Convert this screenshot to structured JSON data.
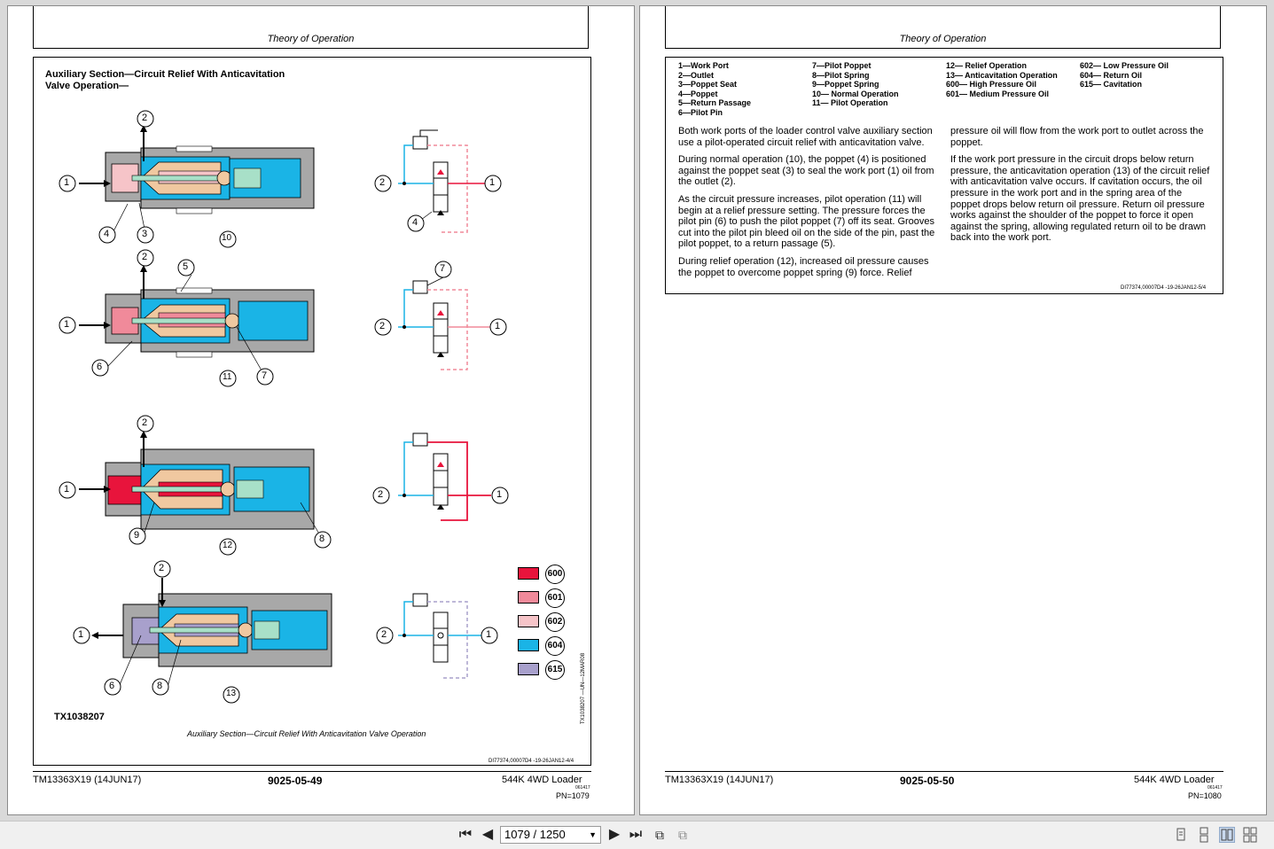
{
  "left_page": {
    "header_title": "Theory of Operation",
    "section_title_line1": "Auxiliary Section—Circuit Relief With Anticavitation",
    "section_title_line2": "Valve Operation—",
    "figure_id": "TX1038207",
    "figure_caption": "Auxiliary Section—Circuit Relief With Anticavitation Valve Operation",
    "figure_vertical_label": "TX1038207 —UN—12MAR08",
    "doc_code": "DI77374,00007D4 -19-26JAN12-4/4",
    "footer_manual": "TM13363X19 (14JUN17)",
    "footer_page": "9025-05-49",
    "footer_machine": "544K 4WD Loader",
    "footer_pn": "PN=1079",
    "footer_tiny": "061417",
    "callouts": {
      "c1": "1",
      "c2": "2",
      "c3": "3",
      "c4": "4",
      "c5": "5",
      "c6": "6",
      "c7": "7",
      "c8": "8",
      "c9": "9",
      "c10": "10",
      "c11": "11",
      "c12": "12",
      "c13": "13"
    },
    "color_legend": [
      {
        "code": "600",
        "color": "#e8143c"
      },
      {
        "code": "601",
        "color": "#f08a9a"
      },
      {
        "code": "602",
        "color": "#f6c4c8"
      },
      {
        "code": "604",
        "color": "#1ab4e6"
      },
      {
        "code": "615",
        "color": "#a8a0cc"
      }
    ],
    "colors": {
      "body": "#a8a8a8",
      "seat": "#f0c8a0",
      "pilot_pin": "#a8e0c8",
      "spring_area": "#f6c4c8"
    }
  },
  "right_page": {
    "header_title": "Theory of Operation",
    "legend_col1": [
      "1—Work Port",
      "2—Outlet",
      "3—Poppet Seat",
      "4—Poppet",
      "5—Return Passage",
      "6—Pilot Pin"
    ],
    "legend_col2": [
      "7—Pilot Poppet",
      "8—Pilot Spring",
      "9—Poppet Spring",
      "10— Normal Operation",
      "11— Pilot Operation"
    ],
    "legend_col3": [
      "12— Relief Operation",
      "13— Anticavitation Operation",
      "600— High Pressure Oil",
      "601— Medium Pressure Oil"
    ],
    "legend_col4": [
      "602— Low Pressure Oil",
      "604— Return Oil",
      "615— Cavitation"
    ],
    "para_left": [
      "Both work ports of the loader control valve auxiliary section use a pilot-operated circuit relief with anticavitation valve.",
      "During normal operation (10), the poppet (4) is positioned against the poppet seat (3) to seal the work port (1) oil from the outlet (2).",
      "As the circuit pressure increases, pilot operation (11) will begin at a relief pressure setting.  The pressure forces the pilot pin (6) to push the pilot poppet (7) off its seat. Grooves cut into the pilot pin bleed oil on the side of the pin, past the pilot poppet, to a return passage (5).",
      "During relief operation (12), increased oil pressure causes the poppet to overcome poppet spring (9) force.  Relief"
    ],
    "para_right": [
      "pressure oil will flow from the work port to outlet across the poppet.",
      "If the work port pressure in the circuit drops below return pressure, the anticavitation operation (13) of the circuit relief with anticavitation valve occurs.  If cavitation occurs, the oil pressure in the work port and in the spring area of the poppet drops below return oil pressure.  Return oil pressure works against the shoulder of the poppet to force it open against the spring, allowing regulated return oil to be drawn back into the work port."
    ],
    "doc_code": "DI77374,00007D4 -19-26JAN12-5/4",
    "footer_manual": "TM13363X19 (14JUN17)",
    "footer_page": "9025-05-50",
    "footer_machine": "544K 4WD Loader",
    "footer_pn": "PN=1080",
    "footer_tiny": "061417"
  },
  "toolbar": {
    "page_indicator": "1079 / 1250",
    "first_icon": "first-page-icon",
    "prev_icon": "previous-page-icon",
    "next_icon": "next-page-icon",
    "last_icon": "last-page-icon"
  }
}
